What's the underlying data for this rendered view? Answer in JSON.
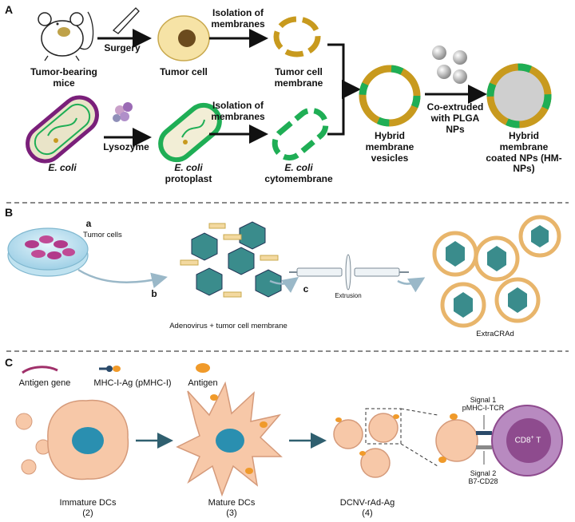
{
  "panels": {
    "a": "A",
    "b": "B",
    "c": "C"
  },
  "panelA": {
    "mice": "Tumor-bearing mice",
    "surgery": "Surgery",
    "tumor_cell": "Tumor cell",
    "isolation_top": "Isolation of membranes",
    "tumor_membrane": "Tumor cell membrane",
    "ecoli": "E. coli",
    "lysozyme": "Lysozyme",
    "protoplast_italic": "E. coli",
    "protoplast_rest": "protoplast",
    "isolation_bottom": "Isolation of membranes",
    "cytomembrane_italic": "E. coli",
    "cytomembrane_rest": "cytomembrane",
    "hybrid_vesicles": "Hybrid membrane vesicles",
    "coextruded": "Co-extruded with PLGA NPs",
    "hmnps": "Hybrid membrane coated NPs (HM-NPs)"
  },
  "panelB": {
    "a": "a",
    "tumor_cells": "Tumor cells",
    "b": "b",
    "adeno": "Adenovirus + tumor cell membrane",
    "c": "c",
    "extrusion": "Extrusion",
    "extracrad": "ExtraCRAd"
  },
  "panelC": {
    "antigen_gene": "Antigen gene",
    "mhc": "MHC-I-Ag (pMHC-I)",
    "antigen": "Antigen",
    "signal1_a": "Signal 1",
    "signal1_b": "pMHC-I-TCR",
    "signal2_a": "Signal 2",
    "signal2_b": "B7-CD28",
    "cd8_main": "CD8",
    "cd8_sup": "+",
    "cd8_t": " T",
    "immature": "Immature DCs",
    "immature_n": "(2)",
    "mature": "Mature DCs",
    "mature_n": "(3)",
    "dcnv": "DCNV-rAd-Ag",
    "dcnv_n": "(4)"
  },
  "colors": {
    "gold": "#c89a1e",
    "green": "#1fae55",
    "teal": "#2f8c8c",
    "dc": "#f7c8a8",
    "nucleus": "#2a8fb0",
    "tcell": "#8e4b8e",
    "purple": "#7a1f7a"
  }
}
